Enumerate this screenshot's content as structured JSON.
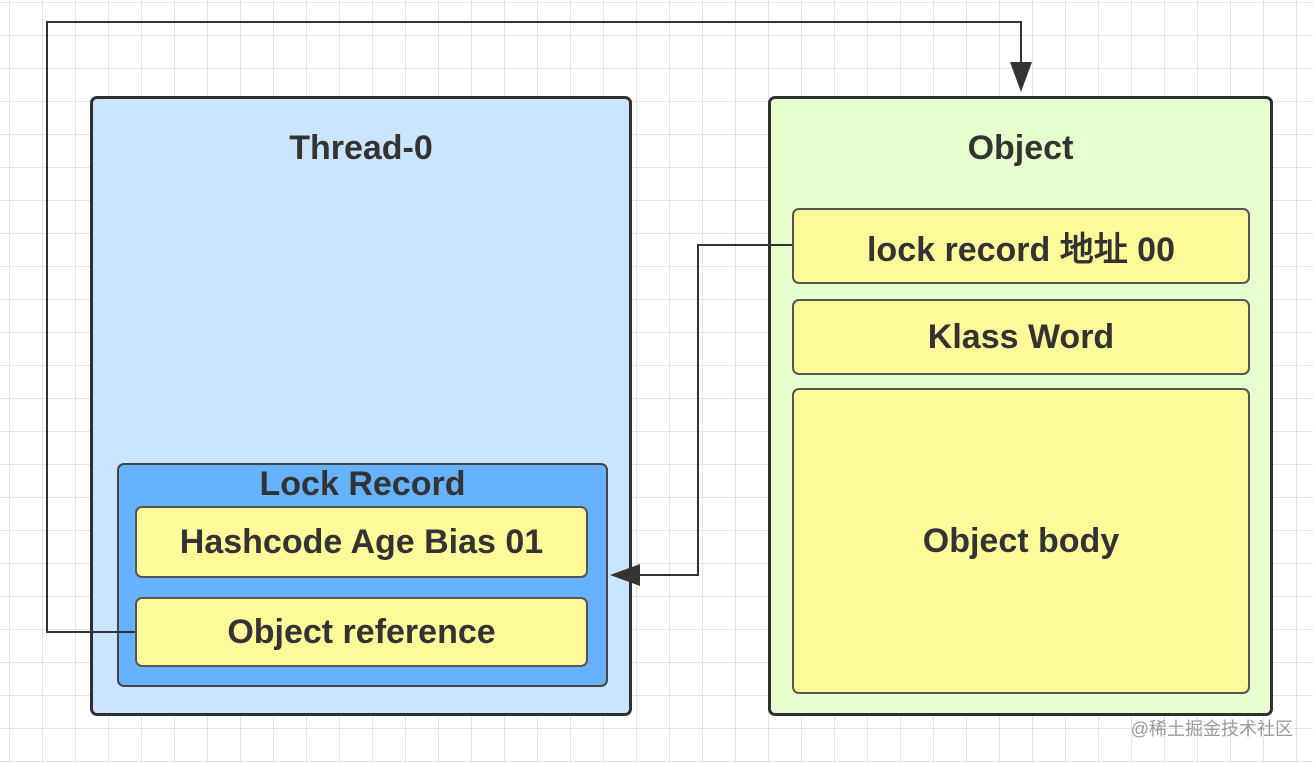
{
  "diagram": {
    "thread": {
      "title": "Thread-0"
    },
    "lock_record": {
      "title": "Lock Record",
      "fields": [
        "Hashcode Age Bias 01",
        "Object reference"
      ]
    },
    "object": {
      "title": "Object",
      "fields": [
        "lock  record 地址 00",
        "Klass Word",
        "Object body"
      ]
    },
    "colors": {
      "thread_fill": "#cce5ff",
      "lock_record_fill": "#66b2ff",
      "object_fill": "#e6ffcc",
      "field_fill": "#fffa99",
      "border": "#2f2f2f"
    }
  },
  "watermark": "@稀土掘金技术社区"
}
